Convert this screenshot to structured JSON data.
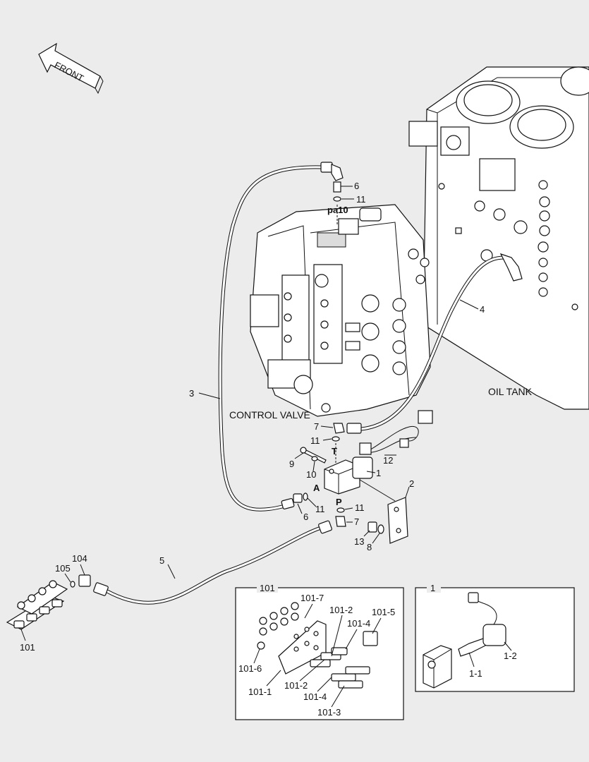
{
  "labels": {
    "front": "FRONT",
    "control_valve": "CONTROL VALVE",
    "oil_tank": "OIL TANK",
    "pa10": "pa10",
    "port_t": "T",
    "port_a": "A",
    "port_p": "P"
  },
  "callouts": {
    "c6_top": "6",
    "c11_top": "11",
    "c3": "3",
    "c4": "4",
    "c7_mid": "7",
    "c11_mid": "11",
    "c9": "9",
    "c10": "10",
    "c12": "12",
    "c1_main": "1",
    "c2": "2",
    "c11_lowA": "11",
    "c6_low": "6",
    "c11_lowP": "11",
    "c7_low": "7",
    "c13": "13",
    "c8": "8",
    "c5": "5",
    "c104": "104",
    "c105": "105",
    "c101_left": "101"
  },
  "inset_101": {
    "title": "101",
    "labels": {
      "l101_7": "101-7",
      "l101_2a": "101-2",
      "l101_4a": "101-4",
      "l101_5": "101-5",
      "l101_6": "101-6",
      "l101_1": "101-1",
      "l101_2b": "101-2",
      "l101_4b": "101-4",
      "l101_3": "101-3"
    }
  },
  "inset_1": {
    "title": "1",
    "labels": {
      "l1_2": "1-2",
      "l1_1": "1-1"
    }
  }
}
